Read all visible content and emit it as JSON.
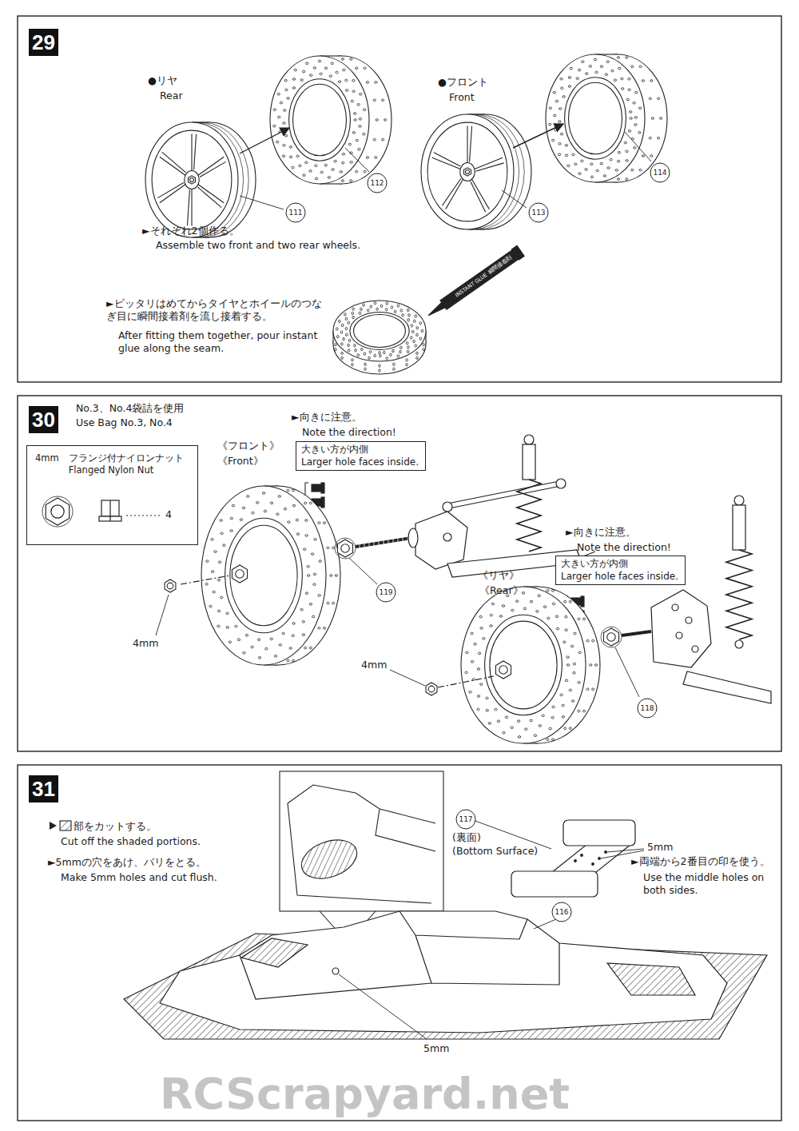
{
  "diagram": {
    "nodes": [
      {
        "text": [
          "29"
        ]
      },
      {
        "text": [
          "111"
        ]
      },
      {
        "text": [
          "112"
        ]
      },
      {
        "text": [
          "113"
        ]
      },
      {
        "text": [
          "114"
        ]
      },
      {
        "text": [
          "30"
        ]
      },
      {
        "text": [
          "4mm",
          "フランジ付ナイロンナット",
          "Flanged Nylon Nut"
        ]
      },
      {
        "text": [
          "大きい方が内側",
          "Larger hole faces inside."
        ]
      },
      {
        "text": [
          "119"
        ]
      },
      {
        "text": [
          "大きい方が内側",
          "Larger hole faces inside."
        ]
      },
      {
        "text": [
          "118"
        ]
      },
      {
        "text": [
          "31"
        ]
      },
      {
        "text": [
          "117"
        ]
      },
      {
        "text": [
          "116"
        ]
      }
    ],
    "labels": [
      "●リヤ",
      "Rear",
      "●フロント",
      "Front",
      "►それぞれ2個作る。",
      "Assemble two front and two rear wheels.",
      "►ピッタリはめてからタイヤとホイールのつなぎ目に瞬間接着剤を流し接着する。",
      "After fitting them together, pour instant glue along the seam.",
      "瞬間接着剤",
      "INSTANT GLUE",
      "No.3、No.4袋詰を使用",
      "Use Bag No.3, No.4",
      "4",
      "《フロント》",
      "《Front》",
      "►向きに注意。",
      "Note the direction!",
      "4mm",
      "《リヤ》",
      "《Rear》",
      "►向きに注意。",
      "Note the direction!",
      "4mm",
      "部をカットする。",
      "Cut off the shaded portions.",
      "►5mmの穴をあけ、バリをとる。",
      "Make 5mm holes and cut flush.",
      "(裏面)",
      "(Bottom Surface)",
      "5mm",
      "►両端から2番目の印を使う。",
      "Use the middle holes on both sides.",
      "5mm",
      "RCScrapyard.net"
    ]
  }
}
